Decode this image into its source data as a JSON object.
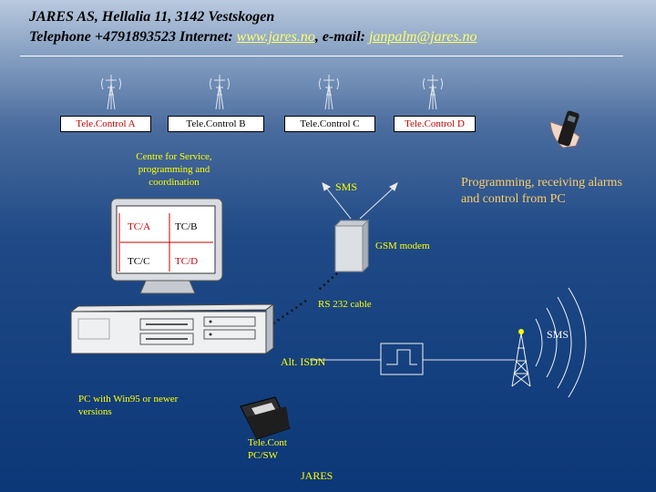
{
  "header": {
    "company": "JARES AS, Hellalia 11, 3142 Vestskogen",
    "telephone_prefix": "Telephone +4791893523 Internet: ",
    "website": "www.jares.no",
    "email_prefix": ", e-mail: ",
    "email": "janpalm@jares.no"
  },
  "stations": [
    {
      "label": "Tele.Control A"
    },
    {
      "label": "Tele.Control B"
    },
    {
      "label": "Tele.Control C"
    },
    {
      "label": "Tele.Control D"
    }
  ],
  "centre_label": "Centre for Service, programming and coordination",
  "monitor_tiles": [
    "TC/A",
    "TC/B",
    "TC/C",
    "TC/D"
  ],
  "sms_top": "SMS",
  "sms_right": "SMS",
  "programming_note": "Programming, receiving alarms and control from PC",
  "gsm_modem": "GSM modem",
  "rs232": "RS 232 cable",
  "alt_isdn": "Alt. ISDN",
  "pc_label": "PC with Win95 or newer versions",
  "software_label_1": "Tele.Cont",
  "software_label_2": "PC/SW",
  "brand": "JARES",
  "colors": {
    "label_yellow": "#ffff00",
    "note_orange": "#ffcc66",
    "box_red_text": "#c00000"
  }
}
